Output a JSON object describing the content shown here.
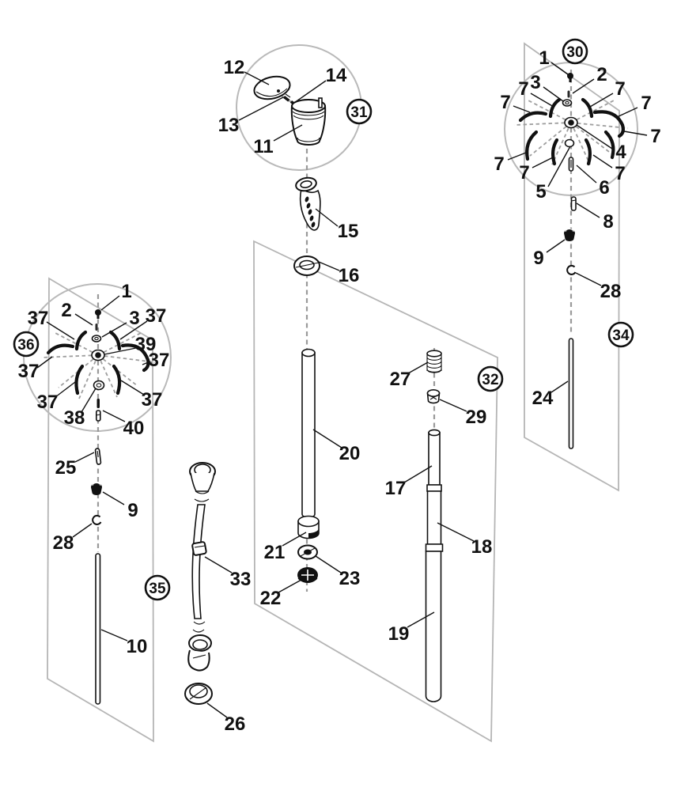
{
  "figure": {
    "type": "exploded-parts-diagram",
    "description": "Exploded view of telescoping pole assembly with hub, ribs, springs, rods and clamps",
    "colors": {
      "line": "#111111",
      "panel_gray": "#b5b5b5",
      "dash_gray": "#9a9a9a",
      "background": "#ffffff"
    }
  },
  "assemblies": [
    {
      "label": "30"
    },
    {
      "label": "31"
    },
    {
      "label": "32"
    },
    {
      "label": "34"
    },
    {
      "label": "35"
    },
    {
      "label": "36"
    }
  ],
  "labels": [
    {
      "t": "12"
    },
    {
      "t": "14"
    },
    {
      "t": "13"
    },
    {
      "t": "11"
    },
    {
      "t": "15"
    },
    {
      "t": "16"
    },
    {
      "t": "20"
    },
    {
      "t": "21"
    },
    {
      "t": "23"
    },
    {
      "t": "22"
    },
    {
      "t": "33"
    },
    {
      "t": "26"
    },
    {
      "t": "27"
    },
    {
      "t": "29"
    },
    {
      "t": "17"
    },
    {
      "t": "18"
    },
    {
      "t": "19"
    },
    {
      "t": "1"
    },
    {
      "t": "2"
    },
    {
      "t": "3"
    },
    {
      "t": "7"
    },
    {
      "t": "7"
    },
    {
      "t": "7"
    },
    {
      "t": "7"
    },
    {
      "t": "7"
    },
    {
      "t": "4"
    },
    {
      "t": "7"
    },
    {
      "t": "7"
    },
    {
      "t": "7"
    },
    {
      "t": "5"
    },
    {
      "t": "6"
    },
    {
      "t": "8"
    },
    {
      "t": "9"
    },
    {
      "t": "28"
    },
    {
      "t": "24"
    },
    {
      "t": "1"
    },
    {
      "t": "2"
    },
    {
      "t": "3"
    },
    {
      "t": "37"
    },
    {
      "t": "37"
    },
    {
      "t": "39"
    },
    {
      "t": "37"
    },
    {
      "t": "37"
    },
    {
      "t": "37"
    },
    {
      "t": "37"
    },
    {
      "t": "38"
    },
    {
      "t": "40"
    },
    {
      "t": "25"
    },
    {
      "t": "9"
    },
    {
      "t": "28"
    },
    {
      "t": "10"
    }
  ]
}
